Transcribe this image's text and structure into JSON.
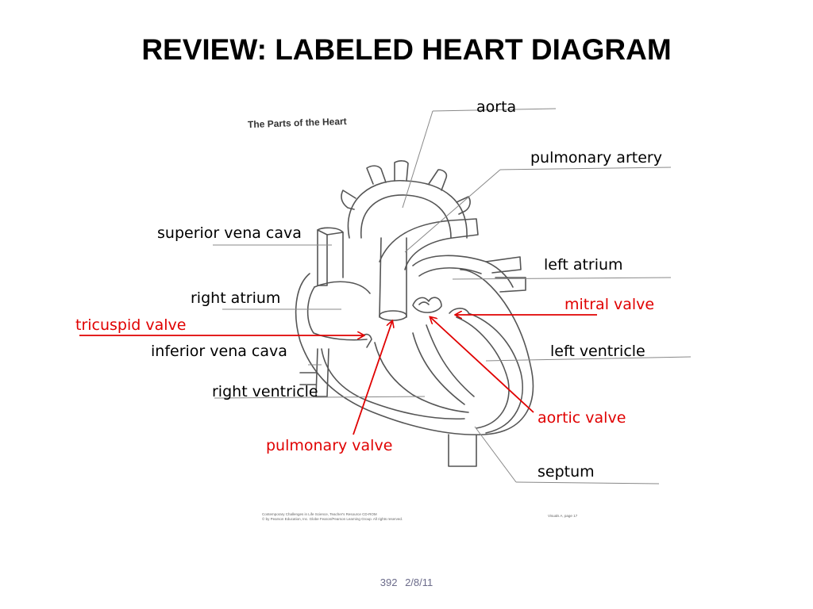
{
  "slide": {
    "title": "REVIEW: LABELED HEART DIAGRAM",
    "footer_number": "392",
    "footer_date": "2/8/11"
  },
  "worksheet": {
    "title": "The Parts of the Heart",
    "credit_line_1": "Contemporary Challenges in Life Science, Teacher's Resource CD-ROM",
    "credit_line_2": "© by Pearson Education, Inc. Globe Fearon/Pearson Learning Group. All rights reserved.",
    "page_ref": "Visuals A, page 17"
  },
  "labels": {
    "aorta": "aorta",
    "pulmonary_artery": "pulmonary artery",
    "superior_vena_cava": "superior vena cava",
    "left_atrium": "left atrium",
    "right_atrium": "right atrium",
    "mitral_valve": "mitral valve",
    "tricuspid_valve": "tricuspid valve",
    "inferior_vena_cava": "inferior vena cava",
    "left_ventricle": "left ventricle",
    "right_ventricle": "right ventricle",
    "aortic_valve": "aortic valve",
    "pulmonary_valve": "pulmonary valve",
    "septum": "septum"
  },
  "colors": {
    "valve_label": "#e00000",
    "heart_outline": "#555555"
  }
}
